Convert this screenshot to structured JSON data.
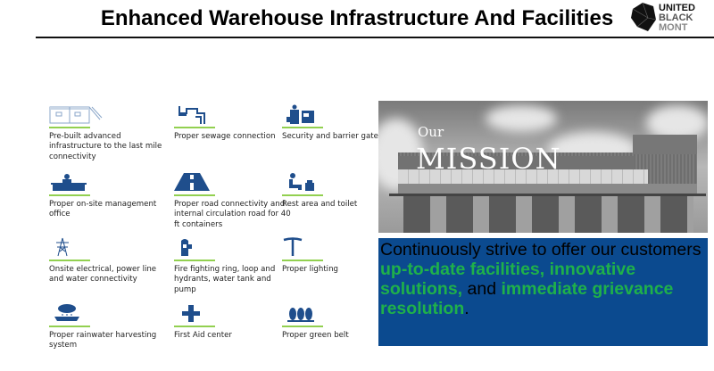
{
  "header": {
    "title": "Enhanced Warehouse Infrastructure And Facilities",
    "logo": {
      "line1": "UNITED",
      "line2": "BLACK",
      "line3": "MONT"
    }
  },
  "accent_color": "#92d050",
  "icon_color": "#1f4e8c",
  "facilities": [
    {
      "icon": "prefab-building-icon",
      "label": "Pre-built advanced infrastructure to the last mile connectivity"
    },
    {
      "icon": "sewage-pipe-icon",
      "label": "Proper sewage connection"
    },
    {
      "icon": "security-guard-icon",
      "label": "Security and barrier gate"
    },
    {
      "icon": "office-desk-icon",
      "label": "Proper on-site management office"
    },
    {
      "icon": "road-icon",
      "label": "Proper road connectivity and internal circulation road for 40 ft containers"
    },
    {
      "icon": "rest-area-icon",
      "label": "Rest area and toilet"
    },
    {
      "icon": "power-tower-icon",
      "label": "Onsite electrical, power line and water connectivity"
    },
    {
      "icon": "fire-hydrant-icon",
      "label": "Fire fighting ring, loop and hydrants, water tank and pump"
    },
    {
      "icon": "street-light-icon",
      "label": "Proper lighting"
    },
    {
      "icon": "rainwater-icon",
      "label": "Proper rainwater harvesting system"
    },
    {
      "icon": "first-aid-icon",
      "label": "First Aid center"
    },
    {
      "icon": "trees-icon",
      "label": "Proper green belt"
    }
  ],
  "mission": {
    "our": "Our",
    "title": "MISSION",
    "text": {
      "p1": "Continuously strive to offer our customers ",
      "h1": "up-to-date facilities, innovative solutions,",
      "p2": " and ",
      "h2": "immediate grievance resolution",
      "p3": "."
    },
    "box_color": "#0b4a8f",
    "highlight_color": "#1fb14a"
  }
}
